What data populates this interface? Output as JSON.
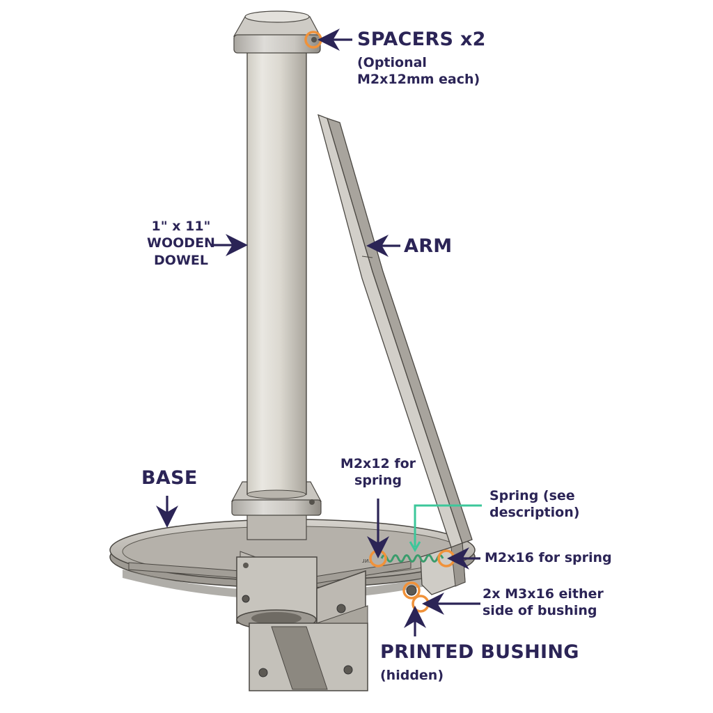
{
  "labels": {
    "spacers_title": "SPACERS x2",
    "spacers_note": "(Optional\nM2x12mm each)",
    "dowel": "1\" x 11\"\nWOODEN\nDOWEL",
    "arm": "ARM",
    "base": "BASE",
    "m2x12_spring": "M2x12 for\nspring",
    "spring": "Spring (see\ndescription)",
    "m2x16_spring": "M2x16 for spring",
    "m3x16": "2x M3x16 either\nside of bushing",
    "bushing_title": "PRINTED BUSHING",
    "bushing_note": "(hidden)"
  },
  "colors": {
    "label_text": "#2b2456",
    "arrow": "#2b2456",
    "highlight_ring": "#f0923a",
    "spring_callout": "#3cc79a",
    "part_light": "#e4e2dd",
    "part_shade": "#b6b2ab",
    "part_dark": "#8c8880",
    "dowel": "#d6d3cb"
  }
}
